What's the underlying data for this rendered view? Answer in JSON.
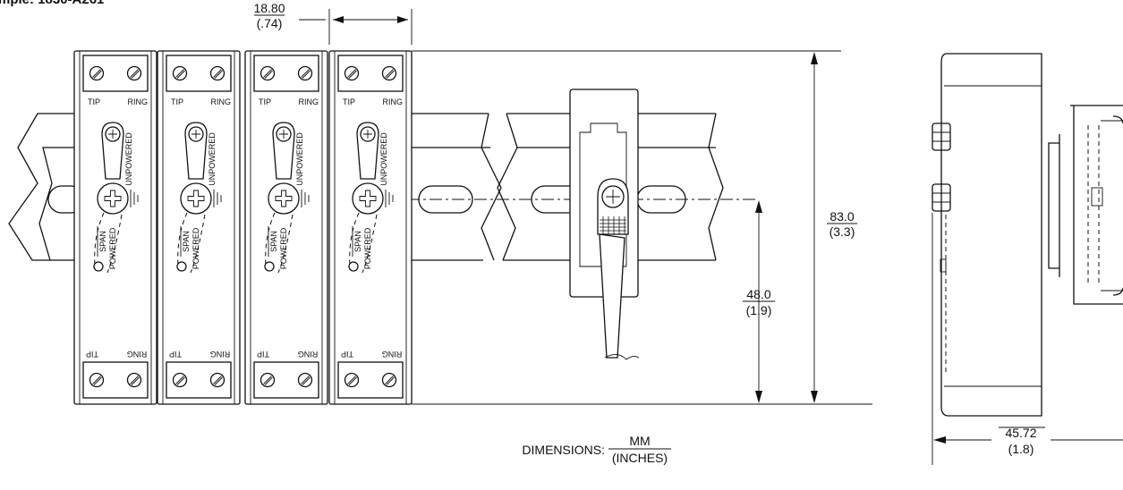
{
  "caption": "mple: 1830-A261",
  "module_labels": {
    "tip": "TIP",
    "ring": "RING",
    "unpowered": "UNPOWERED",
    "span": "SPAN",
    "powered": "POWERED"
  },
  "dimensions": {
    "module_width": {
      "mm": "18.80",
      "inches": "(.74)"
    },
    "total_height": {
      "mm": "83.0",
      "inches": "(3.3)"
    },
    "center_height": {
      "mm": "48.0",
      "inches": "(1.9)"
    },
    "depth": {
      "mm": "45.72",
      "inches": "(1.8)"
    }
  },
  "units_note": {
    "prefix": "DIMENSIONS:",
    "numerator": "MM",
    "denominator": "(INCHES)"
  }
}
